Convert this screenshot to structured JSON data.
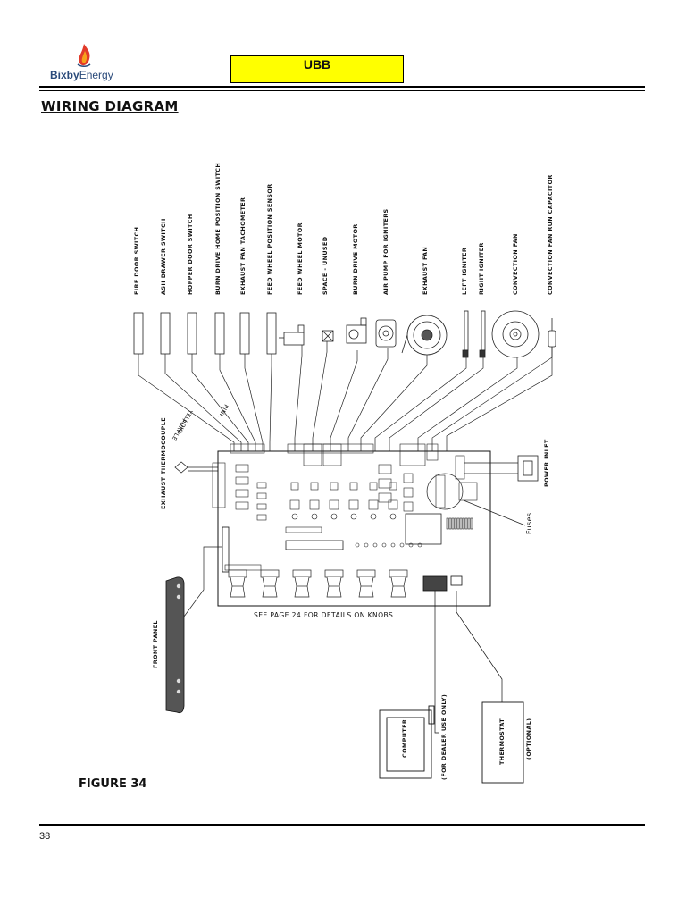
{
  "header": {
    "logo": {
      "brand": "Bixby",
      "suffix": "Energy"
    },
    "badge": "UBB",
    "section_title": "WIRING DIAGRAM"
  },
  "components": [
    "FIRE DOOR SWITCH",
    "ASH DRAWER SWITCH",
    "HOPPER DOOR SWITCH",
    "BURN DRIVE HOME POSITION SWITCH",
    "EXHAUST FAN TACHOMETER",
    "FEED WHEEL POSITION SENSOR",
    "FEED WHEEL MOTOR",
    "SPACE - UNUSED",
    "BURN DRIVE MOTOR",
    "AIR PUMP FOR IGNITERS",
    "EXHAUST FAN",
    "LEFT IGNITER",
    "RIGHT IGNITER",
    "CONVECTION FAN",
    "CONVECTION FAN RUN CAPACITOR"
  ],
  "wire_labels": [
    "PURPLE",
    "YELLOW",
    "PINK"
  ],
  "side_labels": {
    "thermocouple": "EXHAUST THERMOCOUPLE",
    "power_inlet": "POWER INLET",
    "fuses": "Fuses",
    "front_panel": "FRONT PANEL",
    "computer": "COMPUTER",
    "dealer_note": "(FOR DEALER USE ONLY)",
    "thermostat": "THERMOSTAT",
    "optional": "(OPTIONAL)"
  },
  "knobs_note": "SEE PAGE 24 FOR DETAILS ON KNOBS",
  "figure_label": "FIGURE 34",
  "page_number": "38"
}
